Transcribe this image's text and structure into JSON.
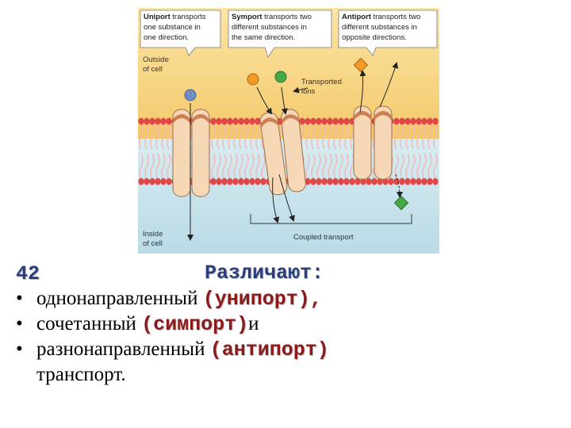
{
  "figure": {
    "callouts": {
      "uniport": {
        "bold": "Uniport",
        "line1_rest": " transports",
        "line2": "one substance in",
        "line3": "one direction."
      },
      "symport": {
        "bold": "Symport",
        "line1_rest": " transports two",
        "line2": "different substances in",
        "line3": "the same direction."
      },
      "antiport": {
        "bold": "Antiport",
        "line1_rest": " transports two",
        "line2": "different substances in",
        "line3": "opposite directions."
      }
    },
    "outside_label": [
      "Outside",
      "of cell"
    ],
    "inside_label": [
      "Inside",
      "of cell"
    ],
    "ions_label": [
      "Transported",
      "ions"
    ],
    "coupled_label": "Coupled transport",
    "colors": {
      "outside_bg": "#f6d37c",
      "inside_bg": "#cfe6ee",
      "lipid_head": "#e04848",
      "protein": "#f6d8b6",
      "protein_outline": "#9a6e4c",
      "channel_cap": "#c87848",
      "ion_blue": "#6d8fc6",
      "ion_orange": "#f29a25",
      "ion_green": "#46a946",
      "callout_bg": "#ffffff"
    }
  },
  "slide": {
    "number": "42",
    "heading": "Различают:",
    "bullets": [
      {
        "symbol": "•",
        "text": "однонаправленный ",
        "term": "(унипорт),",
        "after": ""
      },
      {
        "symbol": "•",
        "text": "сочетанный  ",
        "term": "(симпорт)",
        "after": "и"
      },
      {
        "symbol": "•",
        "text": "разнонаправленный ",
        "term": "(антипорт)",
        "after": ""
      }
    ],
    "continuation": "транспорт."
  }
}
